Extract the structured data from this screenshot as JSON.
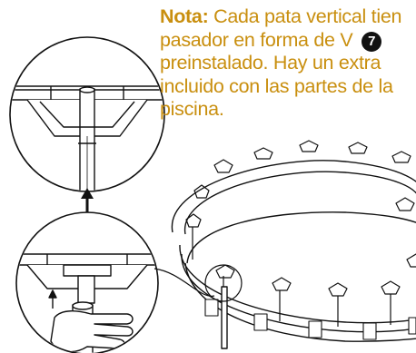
{
  "note": {
    "lead": "Nota:",
    "line1": " Cada pata vertical tien",
    "line2": "pasador en forma de V ",
    "badge": "7",
    "rest": "preinstalado. Hay un extra\nincluido con las partes de la\npiscina."
  },
  "colors": {
    "note_text": "#c98f0f",
    "line_art": "#111111",
    "badge_bg": "#111111"
  }
}
